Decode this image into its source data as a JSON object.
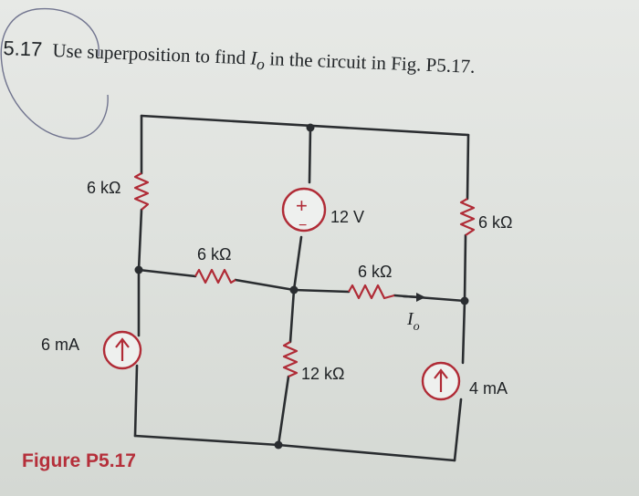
{
  "problem": {
    "number": "5.17",
    "text_before": "Use superposition to find",
    "var": "I",
    "var_sub": "o",
    "text_after": "in the circuit in Fig. P5.17."
  },
  "figure_label": "Figure P5.17",
  "circuit": {
    "r_left_top": "6 kΩ",
    "r_mid_left": "6 kΩ",
    "r_mid_right": "6 kΩ",
    "r_right_top": "6 kΩ",
    "r_bottom_center": "12 kΩ",
    "v_source": "12 V",
    "i_source_left": "6 mA",
    "i_source_right": "4 mA",
    "current_label": "I",
    "current_sub": "o",
    "source_plus": "+",
    "source_minus": "−"
  },
  "colors": {
    "component": "#b02b36",
    "wire": "#2a2d30",
    "figure_label": "#b52f3a"
  }
}
